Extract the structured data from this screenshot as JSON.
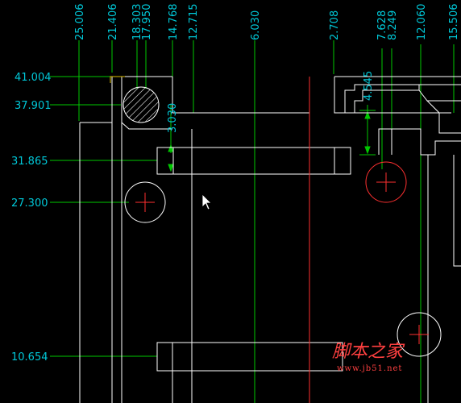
{
  "colors": {
    "background": "#000000",
    "geometry": "#ffffff",
    "dimension_line": "#00c800",
    "dimension_text": "#00c8d8",
    "centerline": "#ff3030",
    "hatch": "#ffffff",
    "watermark": "#ff4040"
  },
  "dimensions": {
    "vertical_labels": [
      "25.006",
      "21.406",
      "18.303",
      "17.950",
      "14.768",
      "12.715",
      "6.030",
      "2.708",
      "7.628",
      "8.249",
      "12.060",
      "15.506"
    ],
    "horizontal_labels": [
      "41.004",
      "37.901",
      "31.865",
      "27.300",
      "10.654"
    ],
    "inner_labels": [
      "3.030",
      "4.545"
    ]
  },
  "cursor": {
    "icon": "arrow-cursor-icon"
  },
  "watermark": {
    "logo_text": "脚本之家",
    "url": "www.jb51.net"
  }
}
